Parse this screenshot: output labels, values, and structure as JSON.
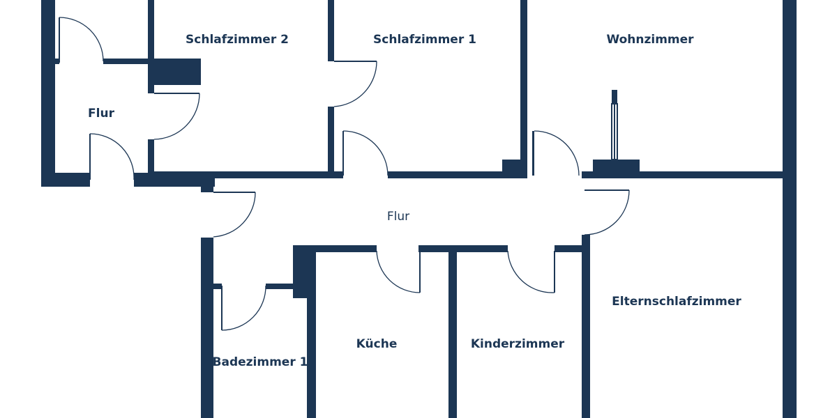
{
  "floorplan": {
    "colors": {
      "wall": "#1c3654",
      "background": "#ffffff"
    },
    "rooms": {
      "flur_small": "Flur",
      "schlafzimmer_2": "Schlafzimmer 2",
      "schlafzimmer_1": "Schlafzimmer 1",
      "wohnzimmer": "Wohnzimmer",
      "flur_main": "Flur",
      "elternschlafzimmer": "Elternschlafzimmer",
      "badezimmer_1": "Badezimmer 1",
      "kueche": "Küche",
      "kinderzimmer": "Kinderzimmer"
    }
  }
}
